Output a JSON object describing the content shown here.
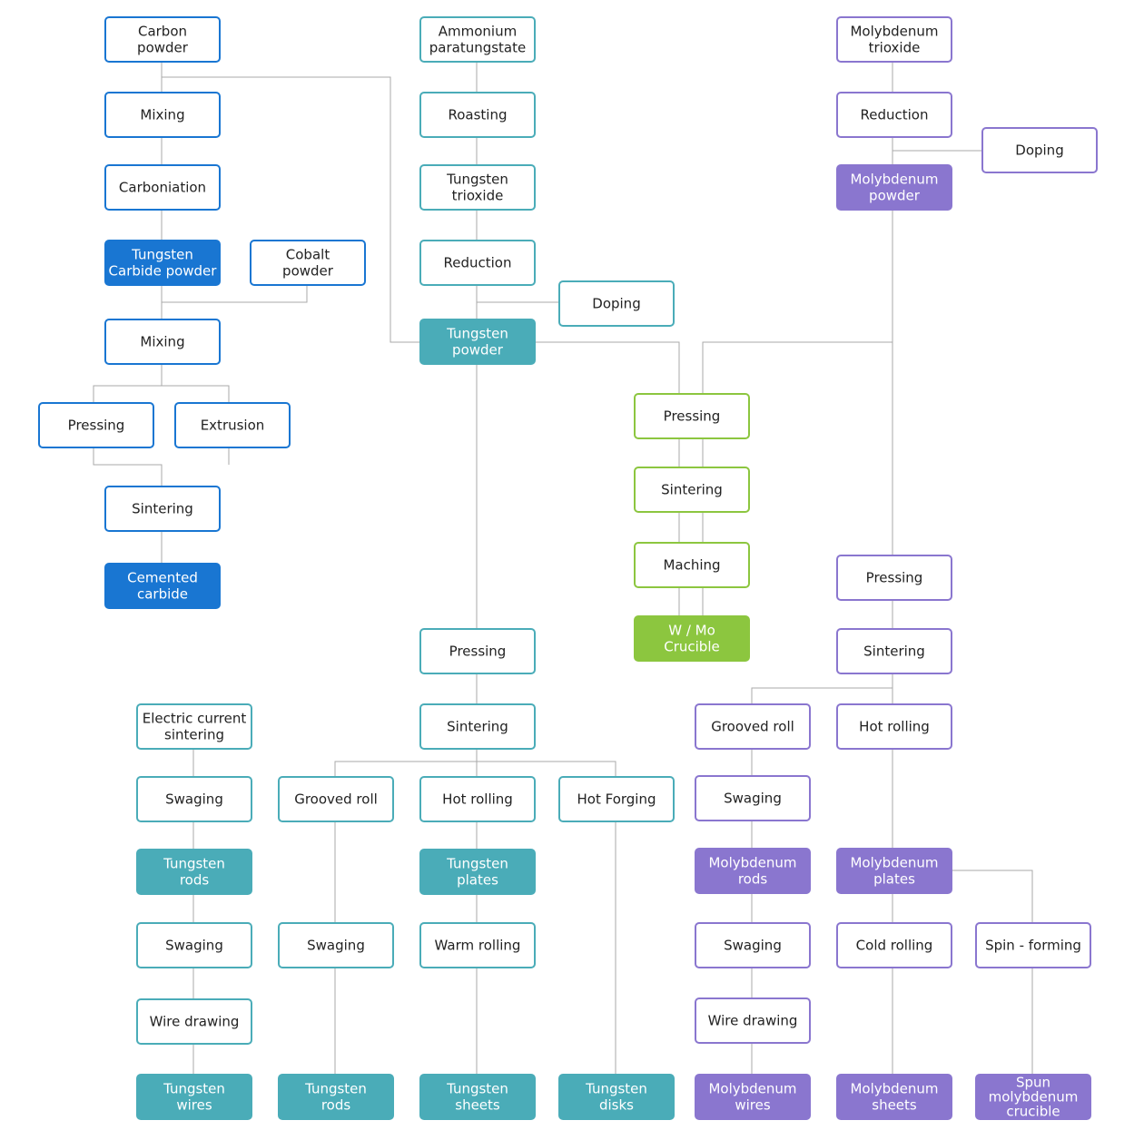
{
  "colors": {
    "blue": "#1976d2",
    "teal": "#4aacb8",
    "purple": "#8a76cf",
    "green": "#8cc63f",
    "connector": "#a9a9a9",
    "text": "#222222",
    "filled_text": "#ffffff"
  },
  "nodes": [
    {
      "id": "carbon-powder",
      "label": [
        "Carbon",
        "powder"
      ],
      "color": "blue",
      "filled": false
    },
    {
      "id": "mixing-1",
      "label": [
        "Mixing"
      ],
      "color": "blue",
      "filled": false
    },
    {
      "id": "carboniation",
      "label": [
        "Carboniation"
      ],
      "color": "blue",
      "filled": false
    },
    {
      "id": "tungsten-carbide-powder",
      "label": [
        "Tungsten",
        "Carbide powder"
      ],
      "color": "blue",
      "filled": true
    },
    {
      "id": "cobalt-powder",
      "label": [
        "Cobalt",
        "powder"
      ],
      "color": "blue",
      "filled": false
    },
    {
      "id": "mixing-2",
      "label": [
        "Mixing"
      ],
      "color": "blue",
      "filled": false
    },
    {
      "id": "pressing-carbide",
      "label": [
        "Pressing"
      ],
      "color": "blue",
      "filled": false
    },
    {
      "id": "extrusion",
      "label": [
        "Extrusion"
      ],
      "color": "blue",
      "filled": false
    },
    {
      "id": "sintering-carbide",
      "label": [
        "Sintering"
      ],
      "color": "blue",
      "filled": false
    },
    {
      "id": "cemented-carbide",
      "label": [
        "Cemented",
        "carbide"
      ],
      "color": "blue",
      "filled": true
    },
    {
      "id": "ammonium-paratungstate",
      "label": [
        "Ammonium",
        "paratungstate"
      ],
      "color": "teal",
      "filled": false
    },
    {
      "id": "roasting",
      "label": [
        "Roasting"
      ],
      "color": "teal",
      "filled": false
    },
    {
      "id": "tungsten-trioxide",
      "label": [
        "Tungsten",
        "trioxide"
      ],
      "color": "teal",
      "filled": false
    },
    {
      "id": "reduction-w",
      "label": [
        "Reduction"
      ],
      "color": "teal",
      "filled": false
    },
    {
      "id": "doping-w",
      "label": [
        "Doping"
      ],
      "color": "teal",
      "filled": false
    },
    {
      "id": "tungsten-powder",
      "label": [
        "Tungsten",
        "powder"
      ],
      "color": "teal",
      "filled": true
    },
    {
      "id": "pressing-w",
      "label": [
        "Pressing"
      ],
      "color": "teal",
      "filled": false
    },
    {
      "id": "sintering-w",
      "label": [
        "Sintering"
      ],
      "color": "teal",
      "filled": false
    },
    {
      "id": "electric-current-sintering",
      "label": [
        "Electric current",
        "sintering"
      ],
      "color": "teal",
      "filled": false
    },
    {
      "id": "swaging-w1",
      "label": [
        "Swaging"
      ],
      "color": "teal",
      "filled": false
    },
    {
      "id": "tungsten-rods-1",
      "label": [
        "Tungsten",
        "rods"
      ],
      "color": "teal",
      "filled": true
    },
    {
      "id": "swaging-w2",
      "label": [
        "Swaging"
      ],
      "color": "teal",
      "filled": false
    },
    {
      "id": "wire-drawing-w",
      "label": [
        "Wire drawing"
      ],
      "color": "teal",
      "filled": false
    },
    {
      "id": "tungsten-wires",
      "label": [
        "Tungsten",
        "wires"
      ],
      "color": "teal",
      "filled": true
    },
    {
      "id": "grooved-roll-w",
      "label": [
        "Grooved roll"
      ],
      "color": "teal",
      "filled": false
    },
    {
      "id": "swaging-w3",
      "label": [
        "Swaging"
      ],
      "color": "teal",
      "filled": false
    },
    {
      "id": "tungsten-rods-2",
      "label": [
        "Tungsten",
        "rods"
      ],
      "color": "teal",
      "filled": true
    },
    {
      "id": "hot-rolling-w",
      "label": [
        "Hot rolling"
      ],
      "color": "teal",
      "filled": false
    },
    {
      "id": "tungsten-plates",
      "label": [
        "Tungsten",
        "plates"
      ],
      "color": "teal",
      "filled": true
    },
    {
      "id": "warm-rolling",
      "label": [
        "Warm rolling"
      ],
      "color": "teal",
      "filled": false
    },
    {
      "id": "tungsten-sheets",
      "label": [
        "Tungsten",
        "sheets"
      ],
      "color": "teal",
      "filled": true
    },
    {
      "id": "hot-forging",
      "label": [
        "Hot Forging"
      ],
      "color": "teal",
      "filled": false
    },
    {
      "id": "tungsten-disks",
      "label": [
        "Tungsten",
        "disks"
      ],
      "color": "teal",
      "filled": true
    },
    {
      "id": "pressing-crucible",
      "label": [
        "Pressing"
      ],
      "color": "green",
      "filled": false
    },
    {
      "id": "sintering-crucible",
      "label": [
        "Sintering"
      ],
      "color": "green",
      "filled": false
    },
    {
      "id": "maching",
      "label": [
        "Maching"
      ],
      "color": "green",
      "filled": false
    },
    {
      "id": "w-mo-crucible",
      "label": [
        "W / Mo",
        "Crucible"
      ],
      "color": "green",
      "filled": true
    },
    {
      "id": "molybdenum-trioxide",
      "label": [
        "Molybdenum",
        "trioxide"
      ],
      "color": "purple",
      "filled": false
    },
    {
      "id": "reduction-mo",
      "label": [
        "Reduction"
      ],
      "color": "purple",
      "filled": false
    },
    {
      "id": "doping-mo",
      "label": [
        "Doping"
      ],
      "color": "purple",
      "filled": false
    },
    {
      "id": "molybdenum-powder",
      "label": [
        "Molybdenum",
        "powder"
      ],
      "color": "purple",
      "filled": true
    },
    {
      "id": "pressing-mo",
      "label": [
        "Pressing"
      ],
      "color": "purple",
      "filled": false
    },
    {
      "id": "sintering-mo",
      "label": [
        "Sintering"
      ],
      "color": "purple",
      "filled": false
    },
    {
      "id": "grooved-roll-mo",
      "label": [
        "Grooved roll"
      ],
      "color": "purple",
      "filled": false
    },
    {
      "id": "swaging-mo1",
      "label": [
        "Swaging"
      ],
      "color": "purple",
      "filled": false
    },
    {
      "id": "molybdenum-rods",
      "label": [
        "Molybdenum",
        "rods"
      ],
      "color": "purple",
      "filled": true
    },
    {
      "id": "swaging-mo2",
      "label": [
        "Swaging"
      ],
      "color": "purple",
      "filled": false
    },
    {
      "id": "wire-drawing-mo",
      "label": [
        "Wire drawing"
      ],
      "color": "purple",
      "filled": false
    },
    {
      "id": "molybdenum-wires",
      "label": [
        "Molybdenum",
        "wires"
      ],
      "color": "purple",
      "filled": true
    },
    {
      "id": "hot-rolling-mo",
      "label": [
        "Hot rolling"
      ],
      "color": "purple",
      "filled": false
    },
    {
      "id": "molybdenum-plates",
      "label": [
        "Molybdenum",
        "plates"
      ],
      "color": "purple",
      "filled": true
    },
    {
      "id": "cold-rolling",
      "label": [
        "Cold rolling"
      ],
      "color": "purple",
      "filled": false
    },
    {
      "id": "molybdenum-sheets",
      "label": [
        "Molybdenum",
        "sheets"
      ],
      "color": "purple",
      "filled": true
    },
    {
      "id": "spin-forming",
      "label": [
        "Spin - forming"
      ],
      "color": "purple",
      "filled": false
    },
    {
      "id": "spun-molybdenum-crucible",
      "label": [
        "Spun",
        "molybdenum",
        "crucible"
      ],
      "color": "purple",
      "filled": true
    }
  ],
  "edges": [
    [
      "carbon-powder",
      "mixing-1"
    ],
    [
      "mixing-1",
      "carboniation"
    ],
    [
      "carboniation",
      "tungsten-carbide-powder"
    ],
    [
      "tungsten-carbide-powder",
      "mixing-2"
    ],
    [
      "cobalt-powder",
      "mixing-2"
    ],
    [
      "mixing-2",
      "pressing-carbide"
    ],
    [
      "mixing-2",
      "extrusion"
    ],
    [
      "pressing-carbide",
      "sintering-carbide"
    ],
    [
      "extrusion",
      "sintering-carbide"
    ],
    [
      "sintering-carbide",
      "cemented-carbide"
    ],
    [
      "carbon-powder",
      "tungsten-powder"
    ],
    [
      "ammonium-paratungstate",
      "roasting"
    ],
    [
      "roasting",
      "tungsten-trioxide"
    ],
    [
      "tungsten-trioxide",
      "reduction-w"
    ],
    [
      "reduction-w",
      "tungsten-powder"
    ],
    [
      "doping-w",
      "tungsten-powder"
    ],
    [
      "tungsten-powder",
      "pressing-w"
    ],
    [
      "tungsten-powder",
      "pressing-crucible"
    ],
    [
      "molybdenum-powder",
      "pressing-crucible"
    ],
    [
      "pressing-crucible",
      "sintering-crucible"
    ],
    [
      "sintering-crucible",
      "maching"
    ],
    [
      "maching",
      "w-mo-crucible"
    ],
    [
      "pressing-w",
      "sintering-w"
    ],
    [
      "sintering-w",
      "grooved-roll-w"
    ],
    [
      "sintering-w",
      "hot-rolling-w"
    ],
    [
      "sintering-w",
      "hot-forging"
    ],
    [
      "electric-current-sintering",
      "swaging-w1"
    ],
    [
      "swaging-w1",
      "tungsten-rods-1"
    ],
    [
      "tungsten-rods-1",
      "swaging-w2"
    ],
    [
      "swaging-w2",
      "wire-drawing-w"
    ],
    [
      "wire-drawing-w",
      "tungsten-wires"
    ],
    [
      "grooved-roll-w",
      "swaging-w3"
    ],
    [
      "swaging-w3",
      "tungsten-rods-2"
    ],
    [
      "hot-rolling-w",
      "tungsten-plates"
    ],
    [
      "tungsten-plates",
      "warm-rolling"
    ],
    [
      "warm-rolling",
      "tungsten-sheets"
    ],
    [
      "hot-forging",
      "tungsten-disks"
    ],
    [
      "molybdenum-trioxide",
      "reduction-mo"
    ],
    [
      "reduction-mo",
      "molybdenum-powder"
    ],
    [
      "doping-mo",
      "molybdenum-powder"
    ],
    [
      "molybdenum-powder",
      "pressing-mo"
    ],
    [
      "pressing-mo",
      "sintering-mo"
    ],
    [
      "sintering-mo",
      "grooved-roll-mo"
    ],
    [
      "sintering-mo",
      "hot-rolling-mo"
    ],
    [
      "grooved-roll-mo",
      "swaging-mo1"
    ],
    [
      "swaging-mo1",
      "molybdenum-rods"
    ],
    [
      "molybdenum-rods",
      "swaging-mo2"
    ],
    [
      "swaging-mo2",
      "wire-drawing-mo"
    ],
    [
      "wire-drawing-mo",
      "molybdenum-wires"
    ],
    [
      "hot-rolling-mo",
      "molybdenum-plates"
    ],
    [
      "molybdenum-plates",
      "cold-rolling"
    ],
    [
      "cold-rolling",
      "molybdenum-sheets"
    ],
    [
      "molybdenum-plates",
      "spin-forming"
    ],
    [
      "spin-forming",
      "spun-molybdenum-crucible"
    ]
  ]
}
